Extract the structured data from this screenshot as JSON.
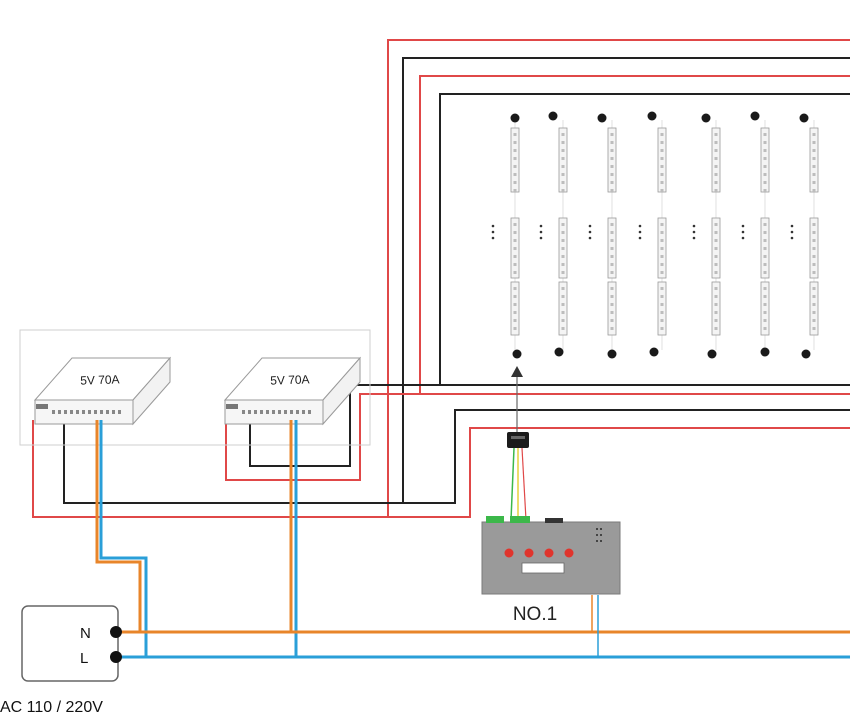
{
  "power_supplies": [
    {
      "label": "5V  70A"
    },
    {
      "label": "5V  70A"
    }
  ],
  "ac_source": {
    "neutral_label": "N",
    "line_label": "L",
    "voltage_label": "AC 110 / 220V"
  },
  "controller": {
    "name": "NO.1"
  },
  "colors": {
    "positive_wire": "#e04848",
    "negative_wire": "#222222",
    "neutral_wire": "#e8852a",
    "line_wire": "#2a9fd8",
    "data_wire_green": "#3cb84a",
    "data_wire_yellow": "#e6d13a",
    "controller_body": "#9a9a9a",
    "controller_button": "#e0342c"
  },
  "icons": {
    "strip_start": "black-pixel-connector-icon",
    "strip_end": "black-pixel-connector-icon",
    "signal_arrow": "arrow-up-icon",
    "amplifier": "signal-amplifier-icon"
  }
}
